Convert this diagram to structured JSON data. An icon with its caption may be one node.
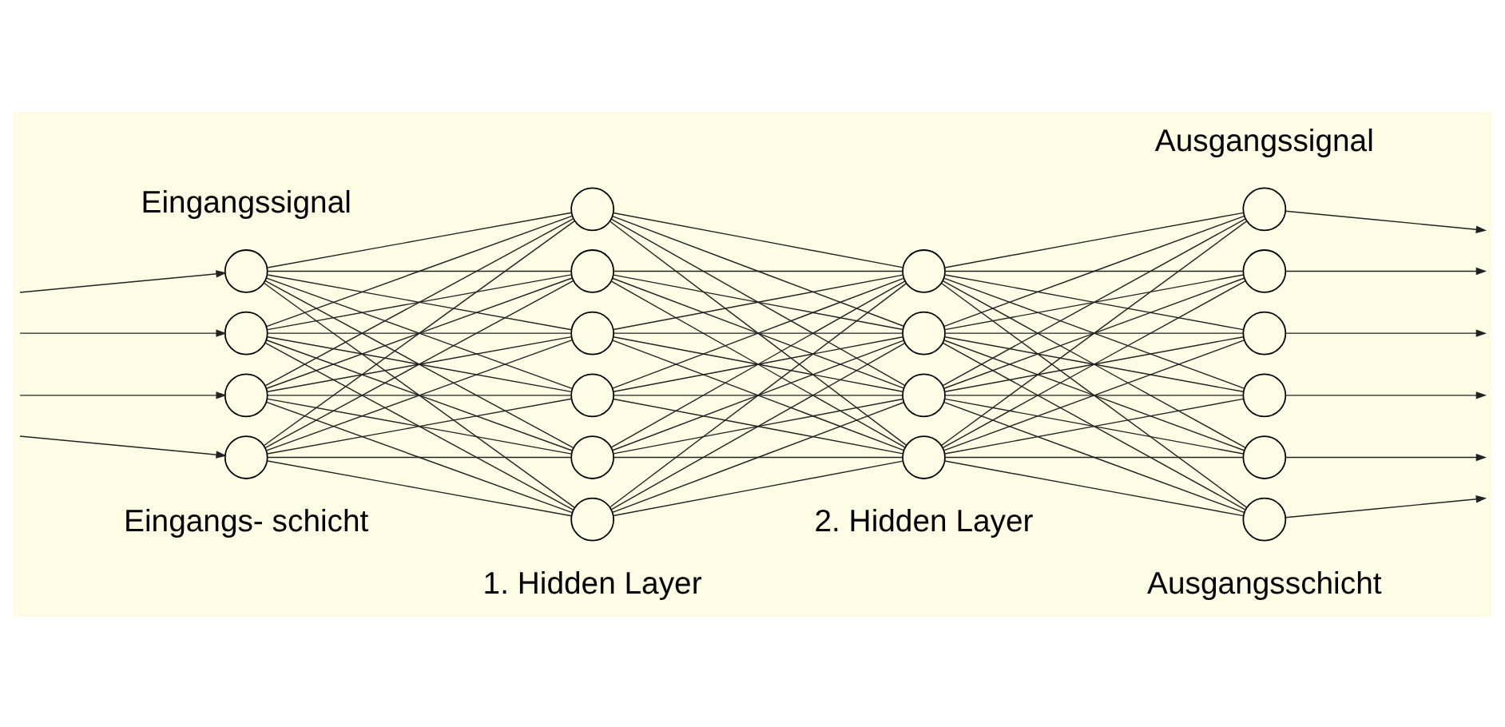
{
  "diagram": {
    "nodes": [
      {
        "text": [],
        "shape": "circle"
      },
      {
        "text": [],
        "shape": "circle"
      },
      {
        "text": [],
        "shape": "circle"
      },
      {
        "text": [],
        "shape": "circle"
      },
      {
        "text": [],
        "shape": "circle"
      },
      {
        "text": [],
        "shape": "circle"
      },
      {
        "text": [],
        "shape": "circle"
      },
      {
        "text": [],
        "shape": "circle"
      },
      {
        "text": [],
        "shape": "circle"
      },
      {
        "text": [],
        "shape": "circle"
      },
      {
        "text": [],
        "shape": "circle"
      },
      {
        "text": [],
        "shape": "circle"
      },
      {
        "text": [],
        "shape": "circle"
      },
      {
        "text": [],
        "shape": "circle"
      },
      {
        "text": [],
        "shape": "circle"
      },
      {
        "text": [],
        "shape": "circle"
      },
      {
        "text": [],
        "shape": "circle"
      },
      {
        "text": [],
        "shape": "circle"
      },
      {
        "text": [],
        "shape": "circle"
      },
      {
        "text": [],
        "shape": "circle"
      }
    ],
    "edges": [
      {
        "from": null,
        "to": 0,
        "arrow": "to"
      },
      {
        "from": null,
        "to": 1,
        "arrow": "to"
      },
      {
        "from": null,
        "to": 2,
        "arrow": "to"
      },
      {
        "from": null,
        "to": 3,
        "arrow": "to"
      },
      {
        "from": 0,
        "to": 4,
        "arrow": "none"
      },
      {
        "from": 0,
        "to": 5,
        "arrow": "none"
      },
      {
        "from": 0,
        "to": 6,
        "arrow": "none"
      },
      {
        "from": 0,
        "to": 7,
        "arrow": "none"
      },
      {
        "from": 0,
        "to": 8,
        "arrow": "none"
      },
      {
        "from": 0,
        "to": 9,
        "arrow": "none"
      },
      {
        "from": 1,
        "to": 4,
        "arrow": "none"
      },
      {
        "from": 1,
        "to": 5,
        "arrow": "none"
      },
      {
        "from": 1,
        "to": 6,
        "arrow": "none"
      },
      {
        "from": 1,
        "to": 7,
        "arrow": "none"
      },
      {
        "from": 1,
        "to": 8,
        "arrow": "none"
      },
      {
        "from": 1,
        "to": 9,
        "arrow": "none"
      },
      {
        "from": 2,
        "to": 4,
        "arrow": "none"
      },
      {
        "from": 2,
        "to": 5,
        "arrow": "none"
      },
      {
        "from": 2,
        "to": 6,
        "arrow": "none"
      },
      {
        "from": 2,
        "to": 7,
        "arrow": "none"
      },
      {
        "from": 2,
        "to": 8,
        "arrow": "none"
      },
      {
        "from": 2,
        "to": 9,
        "arrow": "none"
      },
      {
        "from": 3,
        "to": 4,
        "arrow": "none"
      },
      {
        "from": 3,
        "to": 5,
        "arrow": "none"
      },
      {
        "from": 3,
        "to": 6,
        "arrow": "none"
      },
      {
        "from": 3,
        "to": 7,
        "arrow": "none"
      },
      {
        "from": 3,
        "to": 8,
        "arrow": "none"
      },
      {
        "from": 3,
        "to": 9,
        "arrow": "none"
      },
      {
        "from": 4,
        "to": 10,
        "arrow": "none"
      },
      {
        "from": 4,
        "to": 11,
        "arrow": "none"
      },
      {
        "from": 4,
        "to": 12,
        "arrow": "none"
      },
      {
        "from": 4,
        "to": 13,
        "arrow": "none"
      },
      {
        "from": 5,
        "to": 10,
        "arrow": "none"
      },
      {
        "from": 5,
        "to": 11,
        "arrow": "none"
      },
      {
        "from": 5,
        "to": 12,
        "arrow": "none"
      },
      {
        "from": 5,
        "to": 13,
        "arrow": "none"
      },
      {
        "from": 6,
        "to": 10,
        "arrow": "none"
      },
      {
        "from": 6,
        "to": 11,
        "arrow": "none"
      },
      {
        "from": 6,
        "to": 12,
        "arrow": "none"
      },
      {
        "from": 6,
        "to": 13,
        "arrow": "none"
      },
      {
        "from": 7,
        "to": 10,
        "arrow": "none"
      },
      {
        "from": 7,
        "to": 11,
        "arrow": "none"
      },
      {
        "from": 7,
        "to": 12,
        "arrow": "none"
      },
      {
        "from": 7,
        "to": 13,
        "arrow": "none"
      },
      {
        "from": 8,
        "to": 10,
        "arrow": "none"
      },
      {
        "from": 8,
        "to": 11,
        "arrow": "none"
      },
      {
        "from": 8,
        "to": 12,
        "arrow": "none"
      },
      {
        "from": 8,
        "to": 13,
        "arrow": "none"
      },
      {
        "from": 9,
        "to": 10,
        "arrow": "none"
      },
      {
        "from": 9,
        "to": 11,
        "arrow": "none"
      },
      {
        "from": 9,
        "to": 12,
        "arrow": "none"
      },
      {
        "from": 9,
        "to": 13,
        "arrow": "none"
      },
      {
        "from": 10,
        "to": 14,
        "arrow": "none"
      },
      {
        "from": 10,
        "to": 15,
        "arrow": "none"
      },
      {
        "from": 10,
        "to": 16,
        "arrow": "none"
      },
      {
        "from": 10,
        "to": 17,
        "arrow": "none"
      },
      {
        "from": 10,
        "to": 18,
        "arrow": "none"
      },
      {
        "from": 10,
        "to": 19,
        "arrow": "none"
      },
      {
        "from": 11,
        "to": 14,
        "arrow": "none"
      },
      {
        "from": 11,
        "to": 15,
        "arrow": "none"
      },
      {
        "from": 11,
        "to": 16,
        "arrow": "none"
      },
      {
        "from": 11,
        "to": 17,
        "arrow": "none"
      },
      {
        "from": 11,
        "to": 18,
        "arrow": "none"
      },
      {
        "from": 11,
        "to": 19,
        "arrow": "none"
      },
      {
        "from": 12,
        "to": 14,
        "arrow": "none"
      },
      {
        "from": 12,
        "to": 15,
        "arrow": "none"
      },
      {
        "from": 12,
        "to": 16,
        "arrow": "none"
      },
      {
        "from": 12,
        "to": 17,
        "arrow": "none"
      },
      {
        "from": 12,
        "to": 18,
        "arrow": "none"
      },
      {
        "from": 12,
        "to": 19,
        "arrow": "none"
      },
      {
        "from": 13,
        "to": 14,
        "arrow": "none"
      },
      {
        "from": 13,
        "to": 15,
        "arrow": "none"
      },
      {
        "from": 13,
        "to": 16,
        "arrow": "none"
      },
      {
        "from": 13,
        "to": 17,
        "arrow": "none"
      },
      {
        "from": 13,
        "to": 18,
        "arrow": "none"
      },
      {
        "from": 13,
        "to": 19,
        "arrow": "none"
      },
      {
        "from": 14,
        "to": null,
        "arrow": "to"
      },
      {
        "from": 15,
        "to": null,
        "arrow": "to"
      },
      {
        "from": 16,
        "to": null,
        "arrow": "to"
      },
      {
        "from": 17,
        "to": null,
        "arrow": "to"
      },
      {
        "from": 18,
        "to": null,
        "arrow": "to"
      },
      {
        "from": 19,
        "to": null,
        "arrow": "to"
      }
    ],
    "labels": [
      "Eingangssignal",
      "Ausgangssignal",
      "Eingangs- schicht",
      "1. Hidden Layer",
      "2. Hidden Layer",
      "Ausgangsschicht"
    ]
  }
}
